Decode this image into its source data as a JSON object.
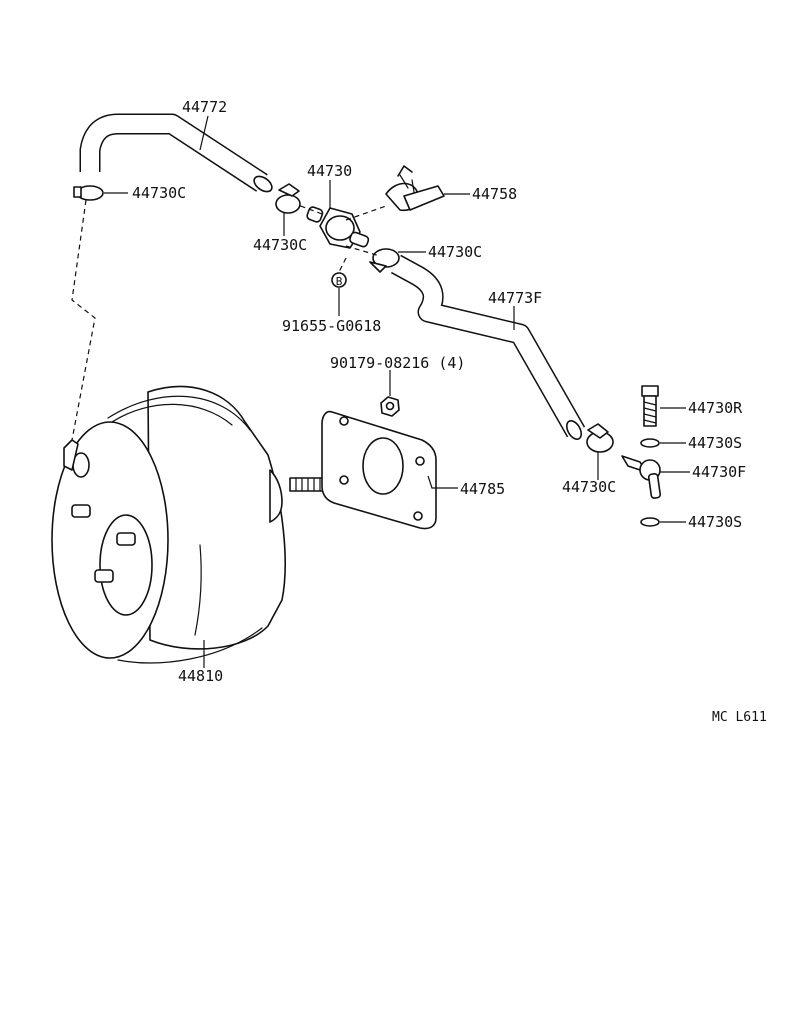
{
  "labels": {
    "p44772": "44772",
    "p44730c_top_left": "44730C",
    "p44730": "44730",
    "p44758": "44758",
    "p44730c_left_of_valve": "44730C",
    "p44730c_right_of_valve": "44730C",
    "p91655": "91655-G0618",
    "p44773f": "44773F",
    "p90179": "90179-08216 (4)",
    "p44785": "44785",
    "p44810": "44810",
    "p44730r": "44730R",
    "p44730s_top": "44730S",
    "p44730f": "44730F",
    "p44730c_lower_right": "44730C",
    "p44730s_bottom": "44730S"
  },
  "markers": {
    "bolt_symbol": "B"
  },
  "diagram_code": "MC L611",
  "colors": {
    "line": "#111111",
    "background": "#ffffff"
  }
}
